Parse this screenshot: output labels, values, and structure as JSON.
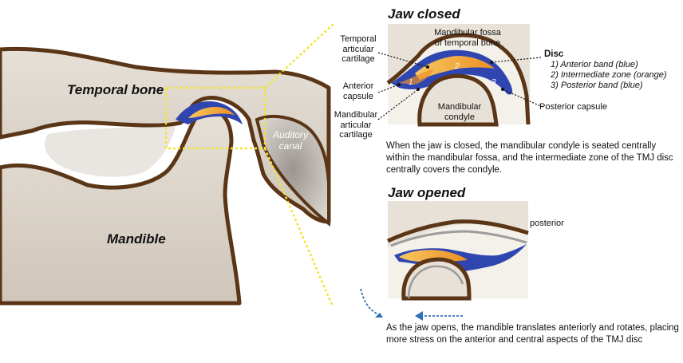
{
  "left_panel": {
    "temporal_bone_label": "Temporal bone",
    "mandible_label": "Mandible",
    "auditory_canal_label": [
      "Auditory",
      "canal"
    ]
  },
  "jaw_closed": {
    "title": "Jaw closed",
    "fossa_label": [
      "Mandibular fossa",
      "of temporal bone"
    ],
    "temporal_cartilage_label": [
      "Temporal",
      "articular",
      "cartilage"
    ],
    "anterior_capsule_label": [
      "Anterior",
      "capsule"
    ],
    "mandibular_cartilage_label": [
      "Mandibular",
      "articular",
      "cartilage"
    ],
    "condyle_label": [
      "Mandibular",
      "condyle"
    ],
    "posterior_capsule_label": "Posterior capsule",
    "band_numbers": [
      "1",
      "2",
      "3"
    ],
    "disc": {
      "heading": "Disc",
      "items": [
        "1) Anterior band (blue)",
        "2) Intermediate zone (orange)",
        "3) Posterior band (blue)"
      ]
    },
    "description": "When the jaw is closed, the mandibular condyle is seated centrally within the mandibular fossa, and the intermediate zone of the TMJ disc centrally covers the condyle."
  },
  "jaw_opened": {
    "title": "Jaw opened",
    "posterior_label": "posterior",
    "description": "As the jaw opens, the mandible translates anteriorly and rotates, placing more stress on the anterior and central aspects of the TMJ disc"
  },
  "colors": {
    "bone_outline": "#5a3516",
    "bone_fill": "#ddd6cc",
    "disc_blue": "#2f45b0",
    "disc_orange": "#f0a030",
    "highlight_yellow": "#f2e52a",
    "arrow_blue": "#2f6fb5"
  }
}
